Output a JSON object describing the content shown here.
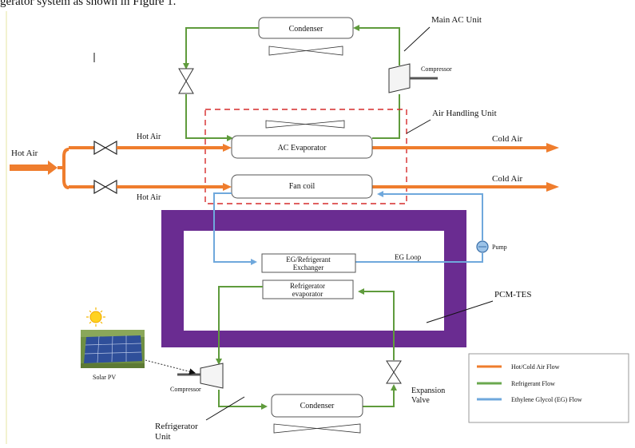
{
  "caption": "gerator system as shown in Figure 1.",
  "labels": {
    "main_ac_unit": "Main AC Unit",
    "top_condenser": "Condenser",
    "top_compressor": "Compressor",
    "air_handling_unit": "Air Handling Unit",
    "hot_air_inlet": "Hot Air",
    "hot_air_upper": "Hot Air",
    "hot_air_lower": "Hot Air",
    "ac_evaporator": "AC Evaporator",
    "fan_coil": "Fan coil",
    "cold_air_upper": "Cold Air",
    "cold_air_lower": "Cold Air",
    "pump": "Pump",
    "eg_exchanger_line1": "EG/Refrigerant",
    "eg_exchanger_line2": "Exchanger",
    "eg_loop": "EG Loop",
    "refrigerator_evaporator_line1": "Refrigerator",
    "refrigerator_evaporator_line2": "evaporator",
    "pcm_tes": "PCM-TES",
    "solar_pv": "Solar PV",
    "bottom_compressor": "Compressor",
    "bottom_condenser": "Condenser",
    "expansion_valve_line1": "Expansion",
    "expansion_valve_line2": "Valve",
    "refrigerator_unit_line1": "Refrigerator",
    "refrigerator_unit_line2": "Unit"
  },
  "legend": {
    "items": [
      {
        "label": "Hot/Cold Air Flow",
        "color": "#ef7d2d"
      },
      {
        "label": "Refrigerant Flow",
        "color": "#6aa84f"
      },
      {
        "label": "Ethylene Glycol (EG) Flow",
        "color": "#6fa8dc"
      }
    ]
  },
  "colors": {
    "air": "#ef7d2d",
    "refrigerant": "#5f9b3c",
    "glycol": "#6fa8dc",
    "pcm_frame": "#6a2c91",
    "ahu_box": "#d62b2b"
  }
}
